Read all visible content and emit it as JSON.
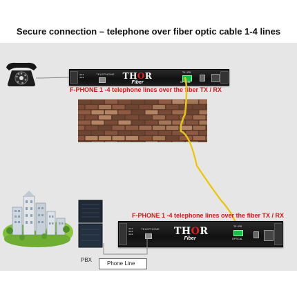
{
  "header": {
    "title": "Secure connection – telephone over fiber optic cable  1-4 lines"
  },
  "top_unit": {
    "caption": "F-PHONE 1 -4 telephone lines over the fiber TX / RX",
    "port_label": "TELEPHONE",
    "brand": "THOR",
    "brand_sub": "Fiber",
    "fiber_label_top": "TX / RX",
    "fiber_label_bottom": "OPTICAL"
  },
  "bottom_unit": {
    "caption": "F-PHONE 1 -4 telephone lines over the fiber TX / RX",
    "port_label": "TELEPHONE",
    "brand": "THOR",
    "brand_sub": "Fiber",
    "fiber_label_top": "TX / RX",
    "fiber_label_bottom": "OPTICAL"
  },
  "labels": {
    "pbx": "PBX",
    "phone_line": "Phone Line"
  },
  "colors": {
    "caption_red": "#cc1a1a",
    "fiber_cable": "#f2d21b",
    "copper_line": "#8a8a8a",
    "fiber_port": "#1dbb4a"
  },
  "icons": {
    "telephone": "rotary-telephone-icon",
    "city": "city-skyline-icon",
    "pbx": "pbx-server-icon",
    "wall": "brick-wall-icon"
  }
}
